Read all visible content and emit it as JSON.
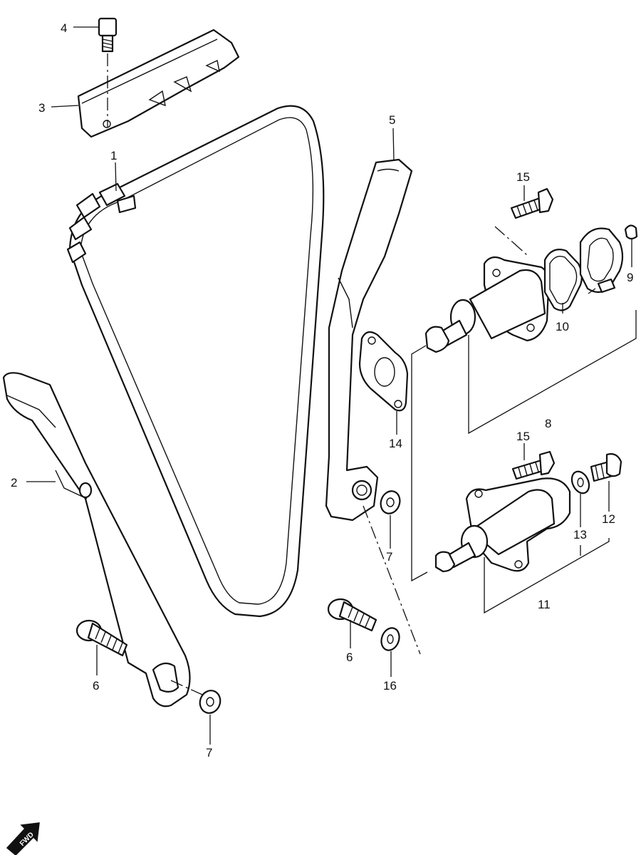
{
  "callouts": {
    "c1": "1",
    "c2": "2",
    "c3": "3",
    "c4": "4",
    "c5": "5",
    "c6a": "6",
    "c6b": "6",
    "c7a": "7",
    "c7b": "7",
    "c8": "8",
    "c9": "9",
    "c10": "10",
    "c11": "11",
    "c12": "12",
    "c13": "13",
    "c14": "14",
    "c15a": "15",
    "c15b": "15",
    "c16": "16"
  },
  "fwd_badge": "FWD"
}
